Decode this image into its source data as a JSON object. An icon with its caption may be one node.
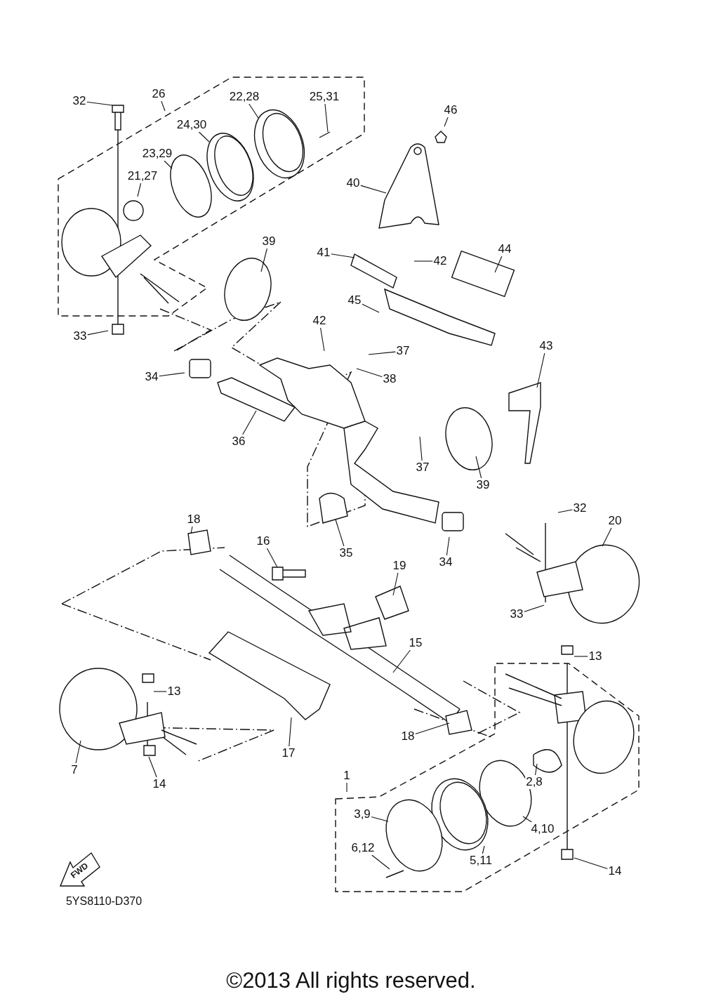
{
  "diagram": {
    "nodes": [
      {
        "text": [
          "32"
        ]
      },
      {
        "text": [
          "26"
        ]
      },
      {
        "text": [
          "22,28"
        ]
      },
      {
        "text": [
          "25,31"
        ]
      },
      {
        "text": [
          "24,30"
        ]
      },
      {
        "text": [
          "23,29"
        ]
      },
      {
        "text": [
          "21,27"
        ]
      },
      {
        "text": [
          "46"
        ]
      },
      {
        "text": [
          "40"
        ]
      },
      {
        "text": [
          "39"
        ]
      },
      {
        "text": [
          "41"
        ]
      },
      {
        "text": [
          "42"
        ]
      },
      {
        "text": [
          "44"
        ]
      },
      {
        "text": [
          "45"
        ]
      },
      {
        "text": [
          "33"
        ]
      },
      {
        "text": [
          "42"
        ]
      },
      {
        "text": [
          "37"
        ]
      },
      {
        "text": [
          "38"
        ]
      },
      {
        "text": [
          "43"
        ]
      },
      {
        "text": [
          "34"
        ]
      },
      {
        "text": [
          "36"
        ]
      },
      {
        "text": [
          "37"
        ]
      },
      {
        "text": [
          "39"
        ]
      },
      {
        "text": [
          "32"
        ]
      },
      {
        "text": [
          "20"
        ]
      },
      {
        "text": [
          "18"
        ]
      },
      {
        "text": [
          "16"
        ]
      },
      {
        "text": [
          "19"
        ]
      },
      {
        "text": [
          "35"
        ]
      },
      {
        "text": [
          "34"
        ]
      },
      {
        "text": [
          "33"
        ]
      },
      {
        "text": [
          "15"
        ]
      },
      {
        "text": [
          "13"
        ]
      },
      {
        "text": [
          "13"
        ]
      },
      {
        "text": [
          "18"
        ]
      },
      {
        "text": [
          "17"
        ]
      },
      {
        "text": [
          "7"
        ]
      },
      {
        "text": [
          "14"
        ]
      },
      {
        "text": [
          "1"
        ]
      },
      {
        "text": [
          "2,8"
        ]
      },
      {
        "text": [
          "3,9"
        ]
      },
      {
        "text": [
          "4,10"
        ]
      },
      {
        "text": [
          "6,12"
        ]
      },
      {
        "text": [
          "5,11"
        ]
      },
      {
        "text": [
          "14"
        ]
      }
    ],
    "edges": [
      {
        "from": 0,
        "to": null,
        "arrow": "none"
      },
      {
        "from": 1,
        "to": null,
        "arrow": "none"
      },
      {
        "from": 2,
        "to": null,
        "arrow": "none"
      },
      {
        "from": 3,
        "to": null,
        "arrow": "none"
      },
      {
        "from": 4,
        "to": null,
        "arrow": "none"
      },
      {
        "from": 5,
        "to": null,
        "arrow": "none"
      },
      {
        "from": 6,
        "to": null,
        "arrow": "none"
      },
      {
        "from": 7,
        "to": null,
        "arrow": "none"
      },
      {
        "from": 8,
        "to": null,
        "arrow": "none"
      },
      {
        "from": 9,
        "to": null,
        "arrow": "none"
      },
      {
        "from": 10,
        "to": null,
        "arrow": "none"
      },
      {
        "from": 11,
        "to": null,
        "arrow": "none"
      },
      {
        "from": 12,
        "to": null,
        "arrow": "none"
      },
      {
        "from": 13,
        "to": null,
        "arrow": "none"
      },
      {
        "from": 14,
        "to": null,
        "arrow": "none"
      },
      {
        "from": 15,
        "to": null,
        "arrow": "none"
      },
      {
        "from": 16,
        "to": null,
        "arrow": "none"
      },
      {
        "from": 17,
        "to": null,
        "arrow": "none"
      },
      {
        "from": 18,
        "to": null,
        "arrow": "none"
      },
      {
        "from": 19,
        "to": null,
        "arrow": "none"
      },
      {
        "from": 20,
        "to": null,
        "arrow": "none"
      },
      {
        "from": 21,
        "to": null,
        "arrow": "none"
      },
      {
        "from": 22,
        "to": null,
        "arrow": "none"
      },
      {
        "from": 23,
        "to": null,
        "arrow": "none"
      },
      {
        "from": 24,
        "to": null,
        "arrow": "none"
      },
      {
        "from": 25,
        "to": null,
        "arrow": "none"
      },
      {
        "from": 26,
        "to": null,
        "arrow": "none"
      },
      {
        "from": 27,
        "to": null,
        "arrow": "none"
      },
      {
        "from": 28,
        "to": null,
        "arrow": "none"
      },
      {
        "from": 29,
        "to": null,
        "arrow": "none"
      },
      {
        "from": 30,
        "to": null,
        "arrow": "none"
      },
      {
        "from": 31,
        "to": null,
        "arrow": "none"
      },
      {
        "from": 32,
        "to": null,
        "arrow": "none"
      },
      {
        "from": 33,
        "to": null,
        "arrow": "none"
      },
      {
        "from": 34,
        "to": null,
        "arrow": "none"
      },
      {
        "from": 35,
        "to": null,
        "arrow": "none"
      },
      {
        "from": 36,
        "to": null,
        "arrow": "none"
      },
      {
        "from": 37,
        "to": null,
        "arrow": "none"
      },
      {
        "from": 38,
        "to": null,
        "arrow": "none"
      },
      {
        "from": 39,
        "to": null,
        "arrow": "none"
      },
      {
        "from": 40,
        "to": null,
        "arrow": "none"
      },
      {
        "from": 41,
        "to": null,
        "arrow": "none"
      },
      {
        "from": 42,
        "to": null,
        "arrow": "none"
      },
      {
        "from": 43,
        "to": null,
        "arrow": "none"
      },
      {
        "from": 44,
        "to": null,
        "arrow": "none"
      }
    ],
    "labels": [
      "FWD",
      "5YS8110-D370",
      "©2013 All rights reserved."
    ]
  }
}
